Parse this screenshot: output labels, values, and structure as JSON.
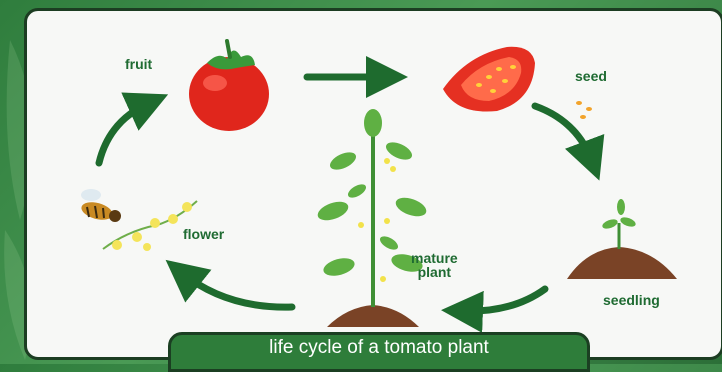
{
  "diagram": {
    "title": "life cycle of a tomato plant",
    "stages": {
      "fruit": "fruit",
      "seed": "seed",
      "seedling": "seedling",
      "mature_plant_line1": "mature",
      "mature_plant_line2": "plant",
      "flower": "flower"
    }
  },
  "colors": {
    "arrow": "#1e6b2e",
    "label": "#1f6b32",
    "tomato": "#e0261c",
    "soil": "#7a4326",
    "title_bar": "#2e7d3a"
  }
}
